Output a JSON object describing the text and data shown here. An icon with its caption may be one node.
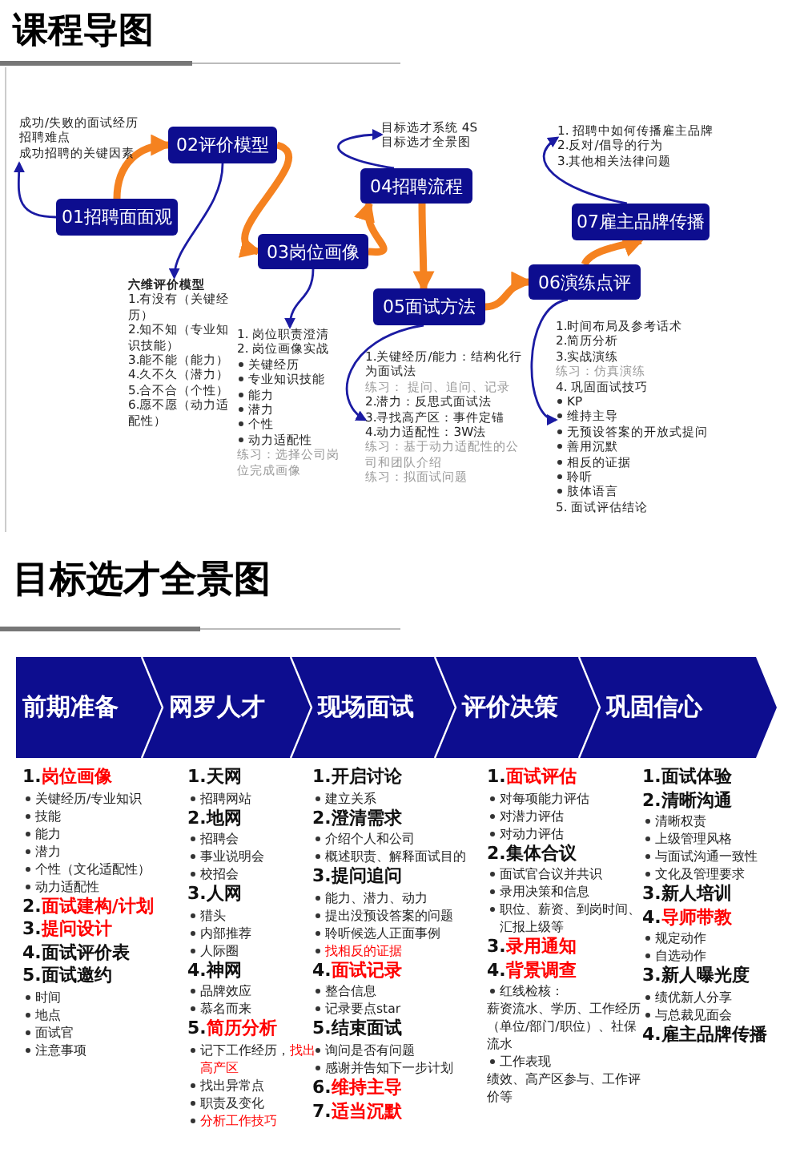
{
  "diagram": {
    "title": "课程导图",
    "nodes": [
      {
        "text": [
          "01招聘面面观"
        ]
      },
      {
        "text": [
          "02评价模型"
        ]
      },
      {
        "text": [
          "03岗位画像"
        ]
      },
      {
        "text": [
          "04招聘流程"
        ]
      },
      {
        "text": [
          "05面试方法"
        ]
      },
      {
        "text": [
          "06演练点评"
        ]
      },
      {
        "text": [
          "07雇主品牌传播"
        ]
      },
      {
        "text": [
          "成功/失败的面试经历",
          "招聘难点",
          "成功招聘的关键因素"
        ]
      },
      {
        "text": [
          "六维评价模型",
          "1.有没有（关键经历）",
          "2.知不知（专业知识技能）",
          "3.能不能（能力）",
          "4.久不久（潜力）",
          "5.合不合（个性）",
          "6.愿不愿（动力适配性）"
        ]
      },
      {
        "text": [
          "1. 岗位职责澄清",
          "2. 岗位画像实战",
          "关键经历",
          "专业知识技能",
          "能力",
          "潜力",
          "个性",
          "动力适配性",
          "练习：选择公司岗位完成画像"
        ]
      },
      {
        "text": [
          "目标选才系统 4S",
          "目标选才全景图"
        ]
      },
      {
        "text": [
          "1.关键经历/能力：结构化行为面试法",
          "练习： 提问、追问、记录",
          "2.潜力：反思式面试法",
          "3.寻找高产区：事件定锚",
          "4.动力适配性：3W法",
          "练习：基于动力适配性的公司和团队介绍",
          "练习：拟面试问题"
        ]
      },
      {
        "text": [
          "1.时间布局及参考话术",
          "2.简历分析",
          "3.实战演练",
          "练习：仿真演练",
          "4. 巩固面试技巧",
          "KP",
          "维持主导",
          "无预设答案的开放式提问",
          "善用沉默",
          "相反的证据",
          "聆听",
          "肢体语言",
          "5. 面试评估结论"
        ]
      },
      {
        "text": [
          "1. 招聘中如何传播雇主品牌",
          "2.反对/倡导的行为",
          "3.其他相关法律问题"
        ]
      },
      {
        "text": [
          "前期准备"
        ],
        "beside": [
          "1.岗位画像",
          "关键经历/专业知识",
          "技能",
          "能力",
          "潜力",
          "个性（文化适配性）",
          "动力适配性",
          "2.面试建构/计划",
          "3.提问设计",
          "4.面试评价表",
          "5.面试邀约",
          "时间",
          "地点",
          "面试官",
          "注意事项"
        ]
      },
      {
        "text": [
          "网罗人才"
        ],
        "beside": [
          "1.天网",
          "招聘网站",
          "2.地网",
          "招聘会",
          "事业说明会",
          "校招会",
          "3.人网",
          "猎头",
          "内部推荐",
          "人际圈",
          "4.神网",
          "品牌效应",
          "慕名而来",
          "5.简历分析",
          "记下工作经历，找出高产区",
          "找出异常点",
          "职责及变化",
          "分析工作技巧"
        ]
      },
      {
        "text": [
          "现场面试"
        ],
        "beside": [
          "1.开启讨论",
          "建立关系",
          "2.澄清需求",
          "介绍个人和公司",
          "概述职责、解释面试目的",
          "3.提问追问",
          "能力、潜力、动力",
          "提出没预设答案的问题",
          "聆听候选人正面事例",
          "找相反的证据",
          "4.面试记录",
          "整合信息",
          "记录要点star",
          "5.结束面试",
          "询问是否有问题",
          "感谢并告知下一步计划",
          "6.维持主导",
          "7.适当沉默"
        ]
      },
      {
        "text": [
          "评价决策"
        ],
        "beside": [
          "1.面试评估",
          "对每项能力评估",
          "对潜力评估",
          "对动力评估",
          "2.集体合议",
          "面试官合议并共识",
          "录用决策和信息",
          "职位、薪资、到岗时间、汇报上级等",
          "3.录用通知",
          "4.背景调查",
          "红线检核：",
          "薪资流水、学历、工作经历（单位/部门/职位）、社保流水",
          "工作表现",
          "绩效、高产区参与、工作评价等"
        ]
      },
      {
        "text": [
          "巩固信心"
        ],
        "beside": [
          "1.面试体验",
          "2.清晰沟通",
          "清晰权责",
          "上级管理风格",
          "与面试沟通一致性",
          "文化及管理要求",
          "3.新人培训",
          "4.导师带教",
          "规定动作",
          "自选动作",
          "3.新人曝光度",
          "绩优新人分享",
          "与总裁见面会",
          "4.雇主品牌传播"
        ]
      }
    ],
    "edges": [
      {
        "from": 0,
        "to": 1,
        "arrow": "to",
        "style": "thick",
        "color": "#f58220"
      },
      {
        "from": 1,
        "to": 2,
        "arrow": "to",
        "style": "thick",
        "color": "#f58220"
      },
      {
        "from": 2,
        "to": 3,
        "arrow": "to",
        "style": "thick",
        "color": "#f58220"
      },
      {
        "from": 3,
        "to": 4,
        "arrow": "to",
        "style": "thick",
        "color": "#f58220"
      },
      {
        "from": 4,
        "to": 5,
        "arrow": "to",
        "style": "thick",
        "color": "#f58220"
      },
      {
        "from": 5,
        "to": 6,
        "arrow": "to",
        "style": "thick",
        "color": "#f58220"
      },
      {
        "from": 0,
        "to": 7,
        "arrow": "to"
      },
      {
        "from": 1,
        "to": 8,
        "arrow": "to"
      },
      {
        "from": 2,
        "to": 9,
        "arrow": "to"
      },
      {
        "from": 3,
        "to": 10,
        "arrow": "to"
      },
      {
        "from": 4,
        "to": 11,
        "arrow": "to"
      },
      {
        "from": 5,
        "to": 12,
        "arrow": "to"
      },
      {
        "from": 6,
        "to": 13,
        "arrow": "to"
      }
    ],
    "labels": [
      "目标选才全景图"
    ]
  }
}
